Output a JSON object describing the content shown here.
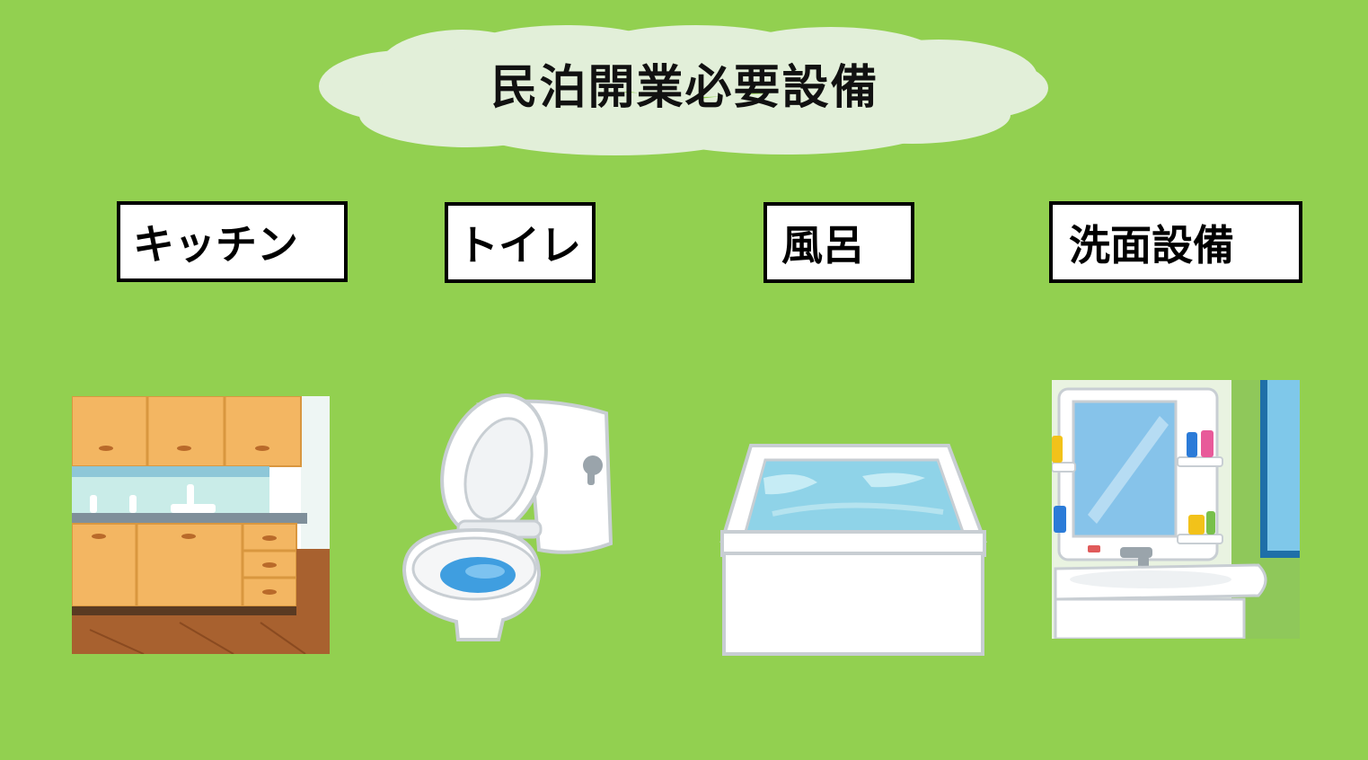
{
  "title": "民泊開業必要設備",
  "items": [
    {
      "label": "キッチン",
      "icon": "kitchen-illustration"
    },
    {
      "label": "トイレ",
      "icon": "toilet-illustration"
    },
    {
      "label": "風呂",
      "icon": "bathtub-illustration"
    },
    {
      "label": "洗面設備",
      "icon": "washbasin-illustration"
    }
  ],
  "colors": {
    "background": "#92d050",
    "cloud": "#e2efd9",
    "water": "#8fd3e8",
    "cabinet": "#f3b662",
    "floor": "#a8612f"
  }
}
